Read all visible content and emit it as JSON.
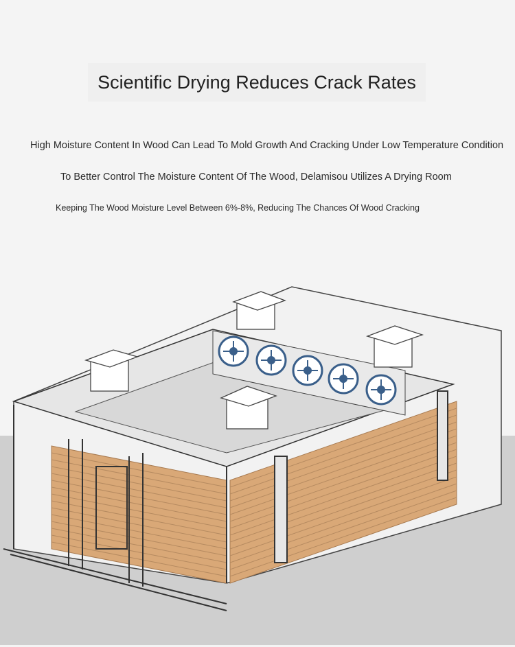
{
  "heading": "Scientific Drying Reduces Crack Rates",
  "lines": [
    "High Moisture Content In Wood Can Lead To Mold Growth And Cracking Under Low Temperature Condition",
    "To Better Control The Moisture Content Of The Wood, Delamisou Utilizes A Drying Room",
    "Keeping The Wood Moisture Level Between 6%-8%, Reducing The Chances Of Wood Cracking"
  ],
  "colors": {
    "wood": "#d9a877",
    "fan": "#3a5f8a",
    "floor": "#cfcfcf"
  }
}
